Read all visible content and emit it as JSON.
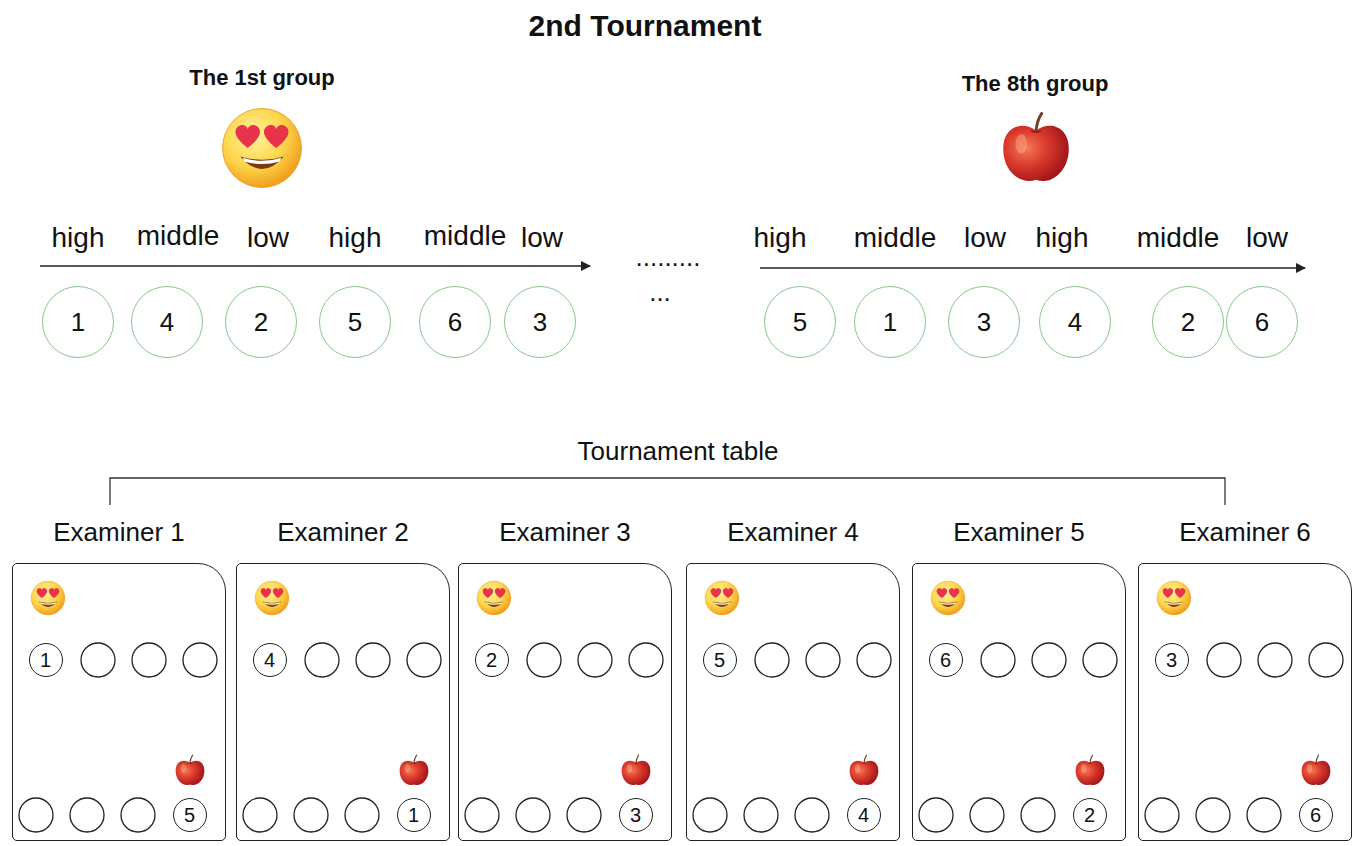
{
  "diagram": {
    "title": "2nd Tournament",
    "nodes": [
      {
        "text": [
          "1"
        ]
      },
      {
        "text": [
          "4"
        ]
      },
      {
        "text": [
          "2"
        ]
      },
      {
        "text": [
          "5"
        ]
      },
      {
        "text": [
          "6"
        ]
      },
      {
        "text": [
          "3"
        ]
      },
      {
        "text": [
          "5"
        ]
      },
      {
        "text": [
          "1"
        ]
      },
      {
        "text": [
          "3"
        ]
      },
      {
        "text": [
          "4"
        ]
      },
      {
        "text": [
          "2"
        ]
      },
      {
        "text": [
          "6"
        ]
      },
      {
        "text": [
          "Examiner 1"
        ]
      },
      {
        "text": [
          "1"
        ],
        "in": 12
      },
      {
        "text": [
          "5"
        ],
        "in": 12
      },
      {
        "text": [
          "Examiner 2"
        ]
      },
      {
        "text": [
          "4"
        ],
        "in": 15
      },
      {
        "text": [
          "1"
        ],
        "in": 15
      },
      {
        "text": [
          "Examiner 3"
        ]
      },
      {
        "text": [
          "2"
        ],
        "in": 18
      },
      {
        "text": [
          "3"
        ],
        "in": 18
      },
      {
        "text": [
          "Examiner 4"
        ]
      },
      {
        "text": [
          "5"
        ],
        "in": 21
      },
      {
        "text": [
          "4"
        ],
        "in": 21
      },
      {
        "text": [
          "Examiner 5"
        ]
      },
      {
        "text": [
          "6"
        ],
        "in": 24
      },
      {
        "text": [
          "2"
        ],
        "in": 24
      },
      {
        "text": [
          "Examiner 6"
        ]
      },
      {
        "text": [
          "3"
        ],
        "in": 27
      },
      {
        "text": [
          "6"
        ],
        "in": 27
      }
    ],
    "labels": [
      "The 1st group",
      "The 8th group",
      "high",
      "middle",
      "low",
      "high",
      "middle",
      "low",
      ".........",
      "high",
      "middle",
      "low",
      "high",
      "middle",
      "low",
      "...",
      "Tournament table"
    ]
  }
}
